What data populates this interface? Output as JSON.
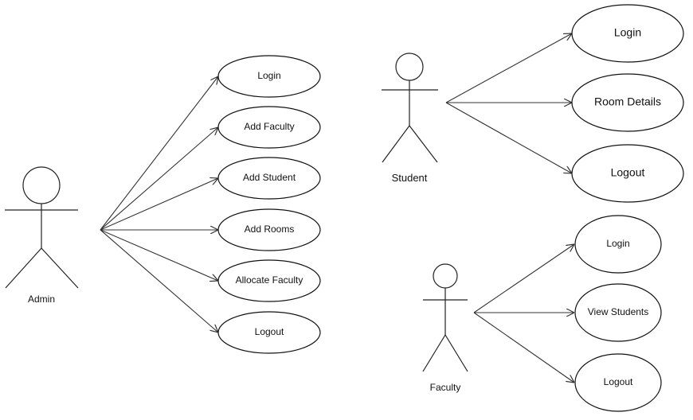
{
  "actors": [
    {
      "id": "admin",
      "label": "Admin",
      "use_cases": [
        "Login",
        "Add Faculty",
        "Add Student",
        "Add Rooms",
        "Allocate Faculty",
        "Logout"
      ]
    },
    {
      "id": "student",
      "label": "Student",
      "use_cases": [
        "Login",
        "Room Details",
        "Logout"
      ]
    },
    {
      "id": "faculty",
      "label": "Faculty",
      "use_cases": [
        "Login",
        "View Students",
        "Logout"
      ]
    }
  ],
  "colors": {
    "stroke": "#222222",
    "background": "#ffffff"
  }
}
